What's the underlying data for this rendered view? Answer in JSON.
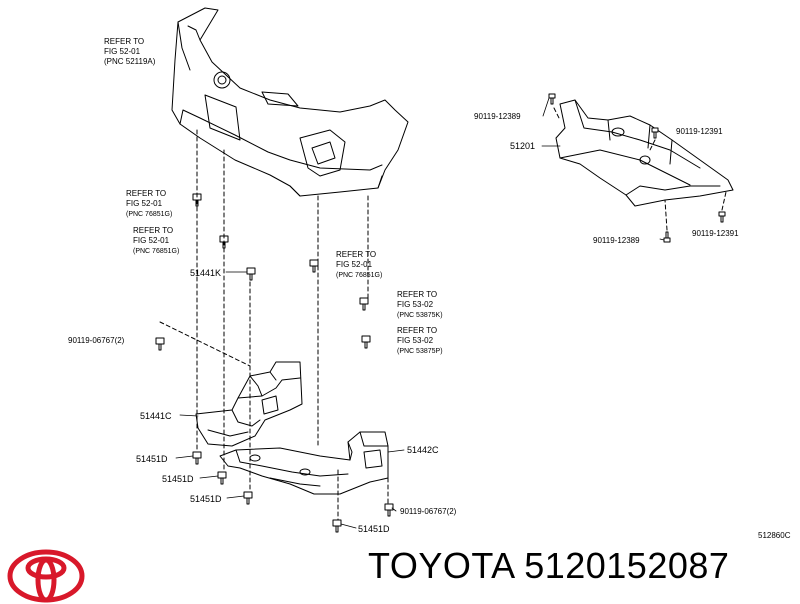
{
  "callouts": {
    "refer_52_01_top": [
      "REFER TO",
      "FIG 52-01",
      "(PNC 52119A)"
    ],
    "refer_52_01_a": [
      "REFER TO",
      "FIG 52-01",
      "(PNC 76851G)"
    ],
    "refer_52_01_b": [
      "REFER TO",
      "FIG 52-01",
      "(PNC 76851G)"
    ],
    "refer_52_01_c": [
      "REFER TO",
      "FIG 52-01",
      "(PNC 76851G)"
    ],
    "refer_53_02_a": [
      "REFER TO",
      "FIG 53-02",
      "(PNC 53875K)"
    ],
    "refer_53_02_b": [
      "REFER TO",
      "FIG 53-02",
      "(PNC 53875P)"
    ]
  },
  "parts": {
    "p90119_12389_top": "90119-12389",
    "p90119_12391_top": "90119-12391",
    "p51201": "51201",
    "p90119_12389_bot": "90119-12389",
    "p90119_12391_bot": "90119-12391",
    "p51441K": "51441K",
    "p90119_06767_left": "90119-06767(2)",
    "p51441C": "51441C",
    "p51451D_a": "51451D",
    "p51451D_b": "51451D",
    "p51451D_c": "51451D",
    "p51451D_d": "51451D",
    "p51442C": "51442C",
    "p90119_06767_right": "90119-06767(2)"
  },
  "figure_code": "512860C",
  "brand": {
    "name_and_number": "TOYOTA 5120152087",
    "logo_icon": "toyota-logo-icon",
    "logo_color": "#d8182a"
  }
}
